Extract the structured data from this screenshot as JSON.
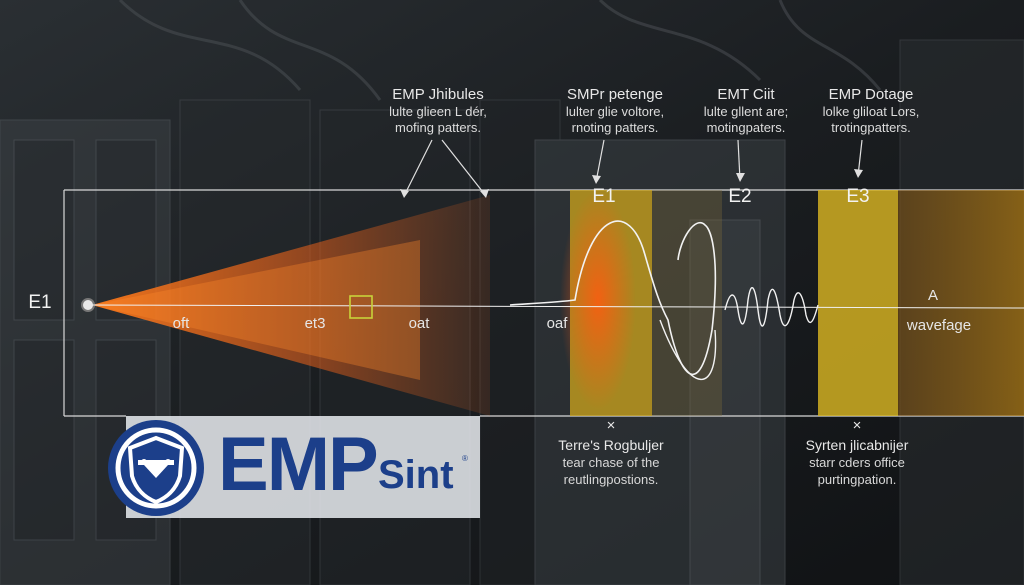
{
  "zones": [
    {
      "label": "E1"
    },
    {
      "label": "E2"
    },
    {
      "label": "E3"
    }
  ],
  "left_label": "E1",
  "callouts": [
    {
      "title": "EMP Jhibules",
      "lines": [
        "lulte glieen L dér,",
        "mofing patters."
      ]
    },
    {
      "title": "SMPr petenge",
      "lines": [
        "lulter glie voltore,",
        "rnoting patters."
      ]
    },
    {
      "title": "EMT Ciit",
      "lines": [
        "lulte gllent are;",
        "motingpaters."
      ]
    },
    {
      "title": "EMP Dotage",
      "lines": [
        "lolke gliloat Lors,",
        "trotingpatters."
      ]
    }
  ],
  "axis_labels": [
    "oft",
    "et3",
    "oat",
    "oaf"
  ],
  "right_label_a": "A",
  "right_label_b": "wavefage",
  "bottom_left": {
    "marker": "×",
    "title": "Terre's Rogbuljer",
    "lines": [
      "tear chase of the",
      "reutlingpostions."
    ]
  },
  "bottom_right": {
    "marker": "×",
    "title": "Syrten jlicabnijer",
    "lines": [
      "starr cders office",
      "purtingpation."
    ]
  },
  "logo": {
    "main": "EMP",
    "sub": "Sint",
    "reg": "®"
  },
  "colors": {
    "beam": "#f06a1a",
    "zone_yellow": "#c9a21c",
    "zone_yellow_light": "#d8b422",
    "logo_blue": "#1c3f8a",
    "crosshair": "#c8d23a"
  }
}
